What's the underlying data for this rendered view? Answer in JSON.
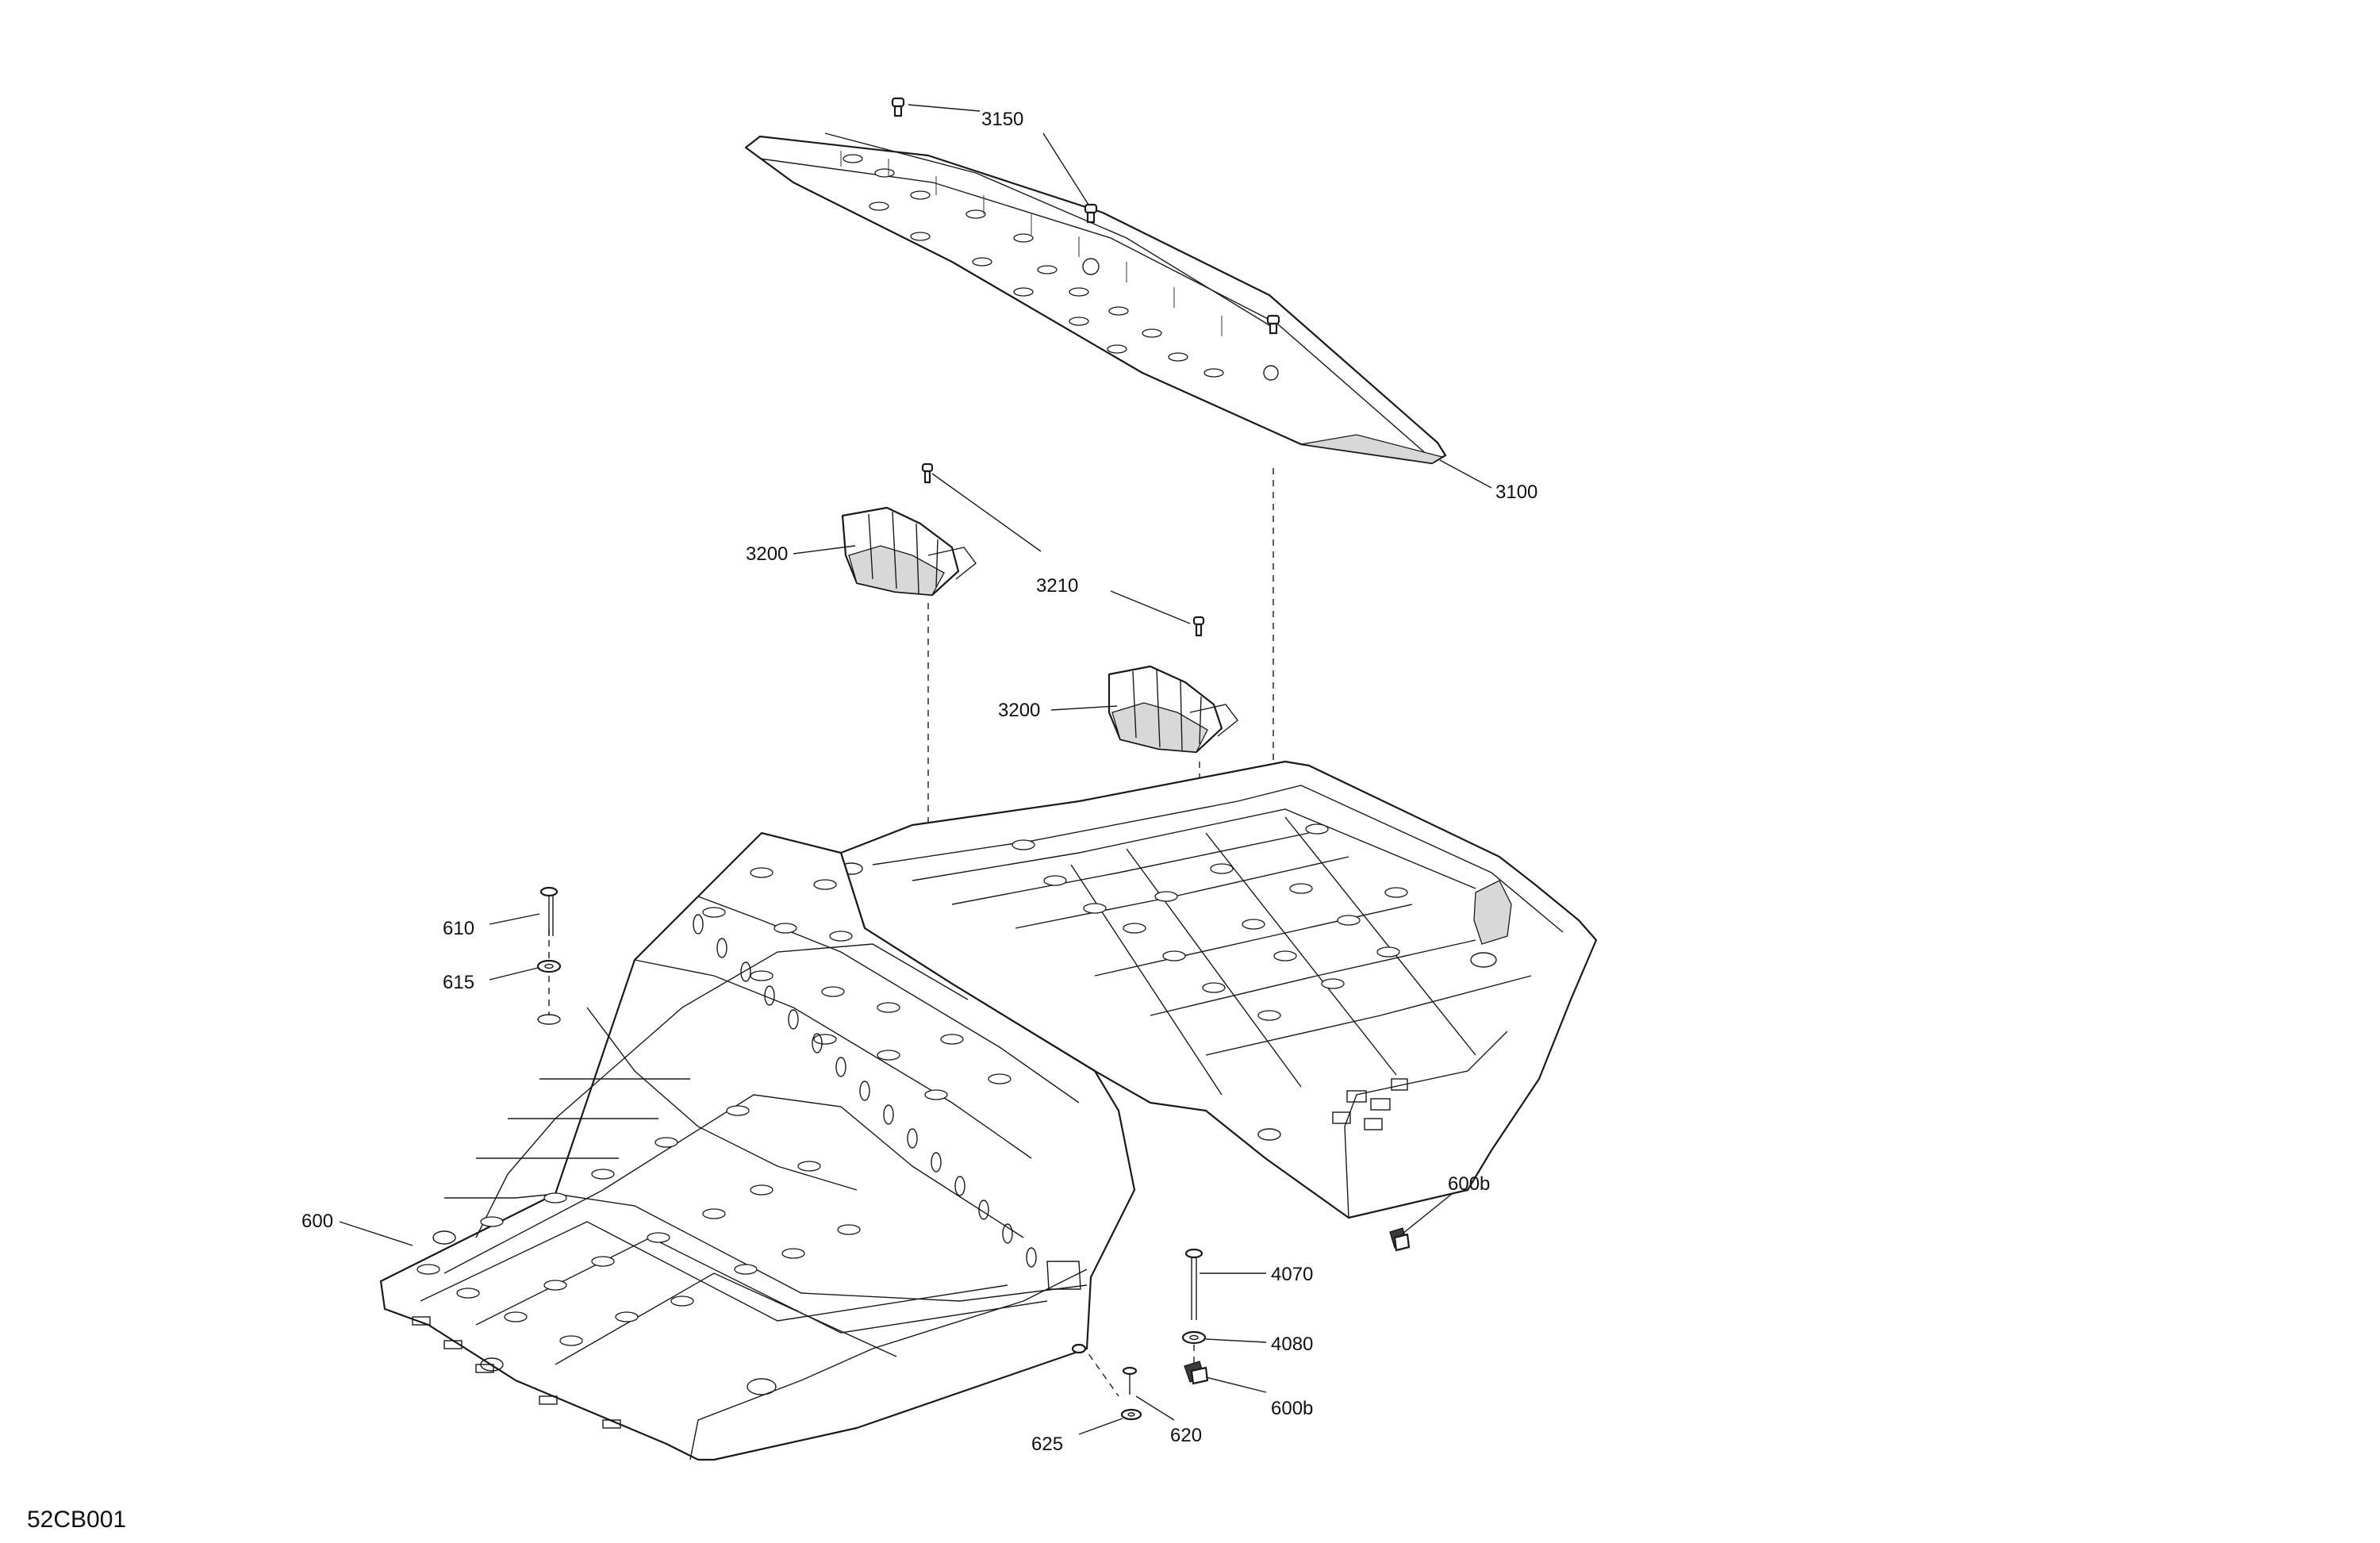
{
  "figure_id": "52CB001",
  "callouts": [
    {
      "id": "c-3150",
      "label": "3150"
    },
    {
      "id": "c-3100",
      "label": "3100"
    },
    {
      "id": "c-3200a",
      "label": "3200"
    },
    {
      "id": "c-3210",
      "label": "3210"
    },
    {
      "id": "c-3200b",
      "label": "3200"
    },
    {
      "id": "c-610",
      "label": "610"
    },
    {
      "id": "c-615",
      "label": "615"
    },
    {
      "id": "c-600",
      "label": "600"
    },
    {
      "id": "c-600b-a",
      "label": "600b"
    },
    {
      "id": "c-4070",
      "label": "4070"
    },
    {
      "id": "c-4080",
      "label": "4080"
    },
    {
      "id": "c-600b-b",
      "label": "600b"
    },
    {
      "id": "c-625",
      "label": "625"
    },
    {
      "id": "c-620",
      "label": "620"
    }
  ]
}
